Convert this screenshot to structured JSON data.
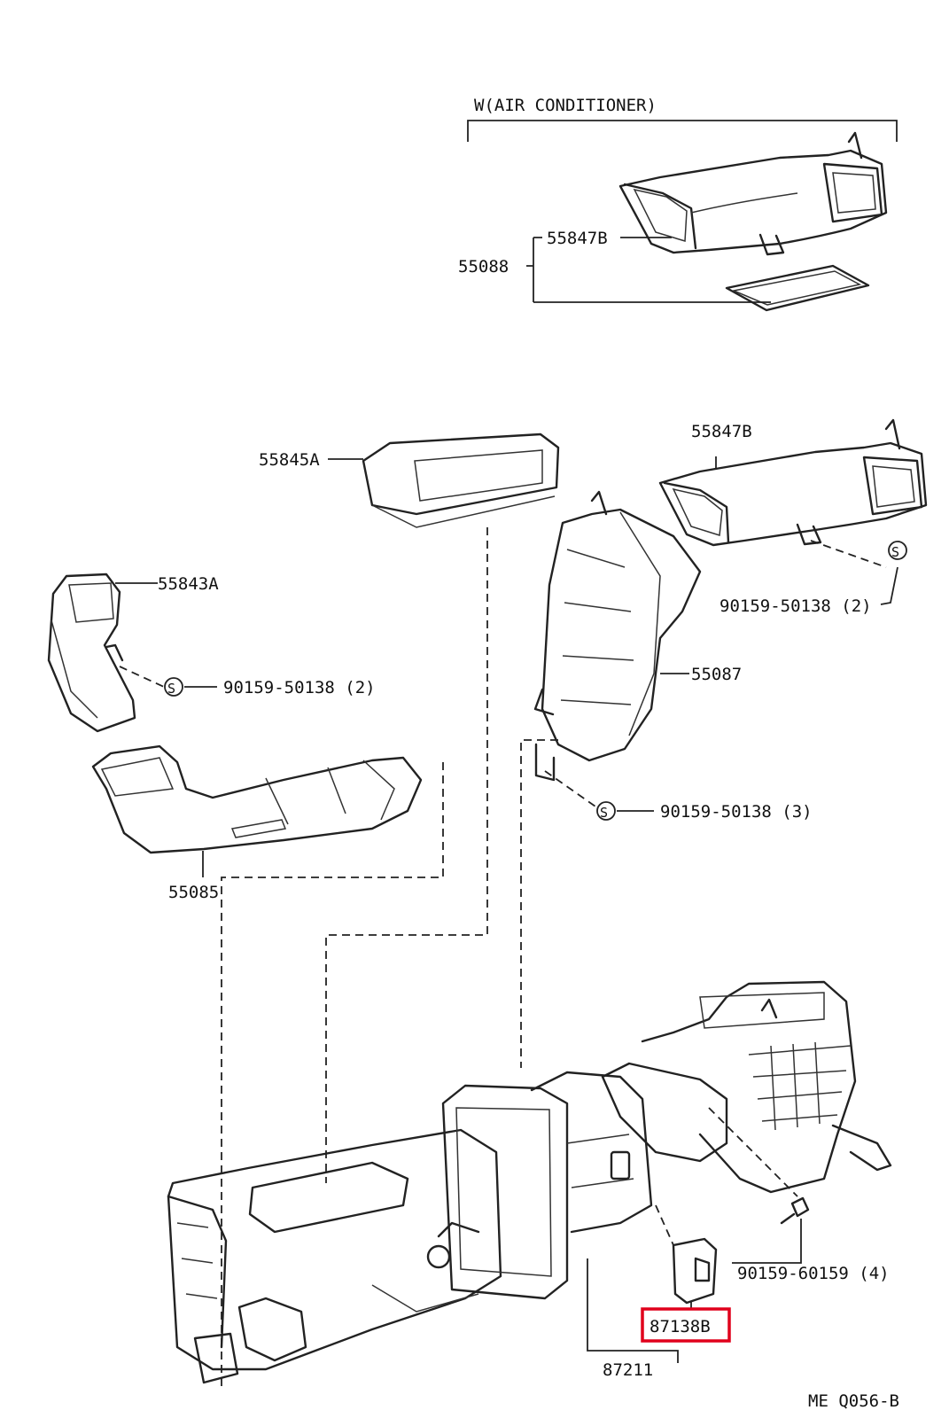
{
  "header": {
    "variant_label": "W(AIR CONDITIONER)"
  },
  "parts": {
    "p55088": "55088",
    "p55847B_ac": "55847B",
    "p55845A": "55845A",
    "p55847B": "55847B",
    "p55843A": "55843A",
    "screw_top_right": "90159-50138 (2)",
    "screw_left": "90159-50138 (2)",
    "p55087": "55087",
    "screw_mid": "90159-50138 (3)",
    "p55085": "55085",
    "bolt_bottom": "90159-60159 (4)",
    "p87138B": "87138B",
    "p87211": "87211"
  },
  "footer": {
    "diagram_code": "ME Q056-B"
  },
  "highlight": {
    "part": "87138B",
    "color": "#e0001b"
  },
  "icons": [
    "screw-symbol-s"
  ]
}
